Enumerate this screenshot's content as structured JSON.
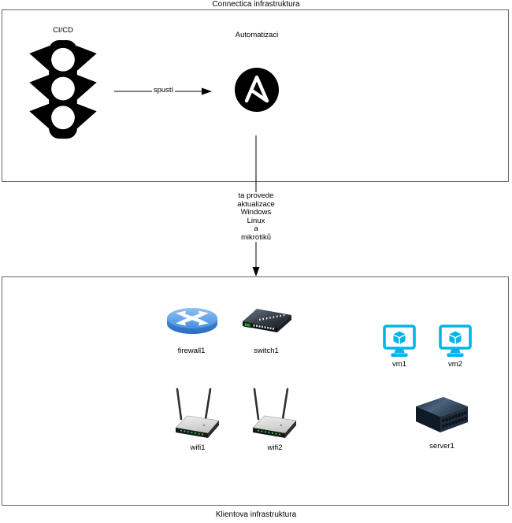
{
  "containers": {
    "connectica": {
      "title": "Connectica infrastruktura"
    },
    "klient": {
      "title": "Klientova infrastruktura"
    }
  },
  "nodes": {
    "cicd": {
      "label": "CI/CD",
      "icon": "traffic-light-icon"
    },
    "ansible": {
      "label": "Automatizaci",
      "icon": "ansible-logo-icon"
    },
    "firewall1": {
      "label": "firewall1",
      "icon": "router-icon"
    },
    "switch1": {
      "label": "switch1",
      "icon": "network-switch-icon"
    },
    "vm1": {
      "label": "vm1",
      "icon": "virtual-machine-icon"
    },
    "vm2": {
      "label": "vm2",
      "icon": "virtual-machine-icon"
    },
    "wifi1": {
      "label": "wifi1",
      "icon": "wireless-router-icon"
    },
    "wifi2": {
      "label": "wifi2",
      "icon": "wireless-router-icon"
    },
    "server1": {
      "label": "server1",
      "icon": "server-icon"
    }
  },
  "edges": {
    "trigger": {
      "from": "CI/CD",
      "to": "Automatizaci",
      "label": "spustí"
    },
    "update": {
      "from": "Automatizaci",
      "to": "Klientova infrastruktura",
      "label": "ta provede\naktualizace\nWindows\nLinux\na\nmikrotiků"
    }
  },
  "colors": {
    "container_border": "#666666",
    "vm_cyan": "#00B5E8",
    "router_blue": "#4690E0",
    "led_green": "#3AE04E",
    "arrow": "#000000"
  }
}
